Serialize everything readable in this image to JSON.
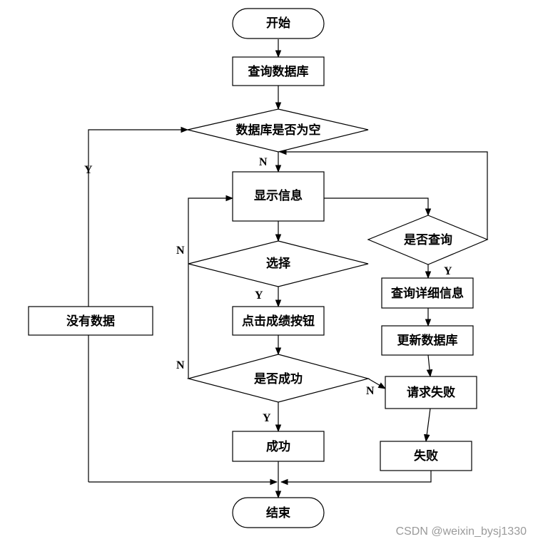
{
  "nodes": {
    "start": "开始",
    "query_db": "查询数据库",
    "db_empty": "数据库是否为空",
    "show_info": "显示信息",
    "choose": "选择",
    "click_grade_button": "点击成绩按钮",
    "is_success": "是否成功",
    "success": "成功",
    "no_data": "没有数据",
    "is_query": "是否查询",
    "query_detail": "查询详细信息",
    "update_db": "更新数据库",
    "request_fail": "请求失败",
    "fail": "失败",
    "end": "结束"
  },
  "edge_labels": {
    "db_empty_yes": "Y",
    "db_empty_no": "N",
    "choose_no": "N",
    "choose_yes": "Y",
    "success_no_loop": "N",
    "success_yes": "Y",
    "success_no_right": "N",
    "query_yes": "Y"
  },
  "watermark": "CSDN @weixin_bysj1330"
}
